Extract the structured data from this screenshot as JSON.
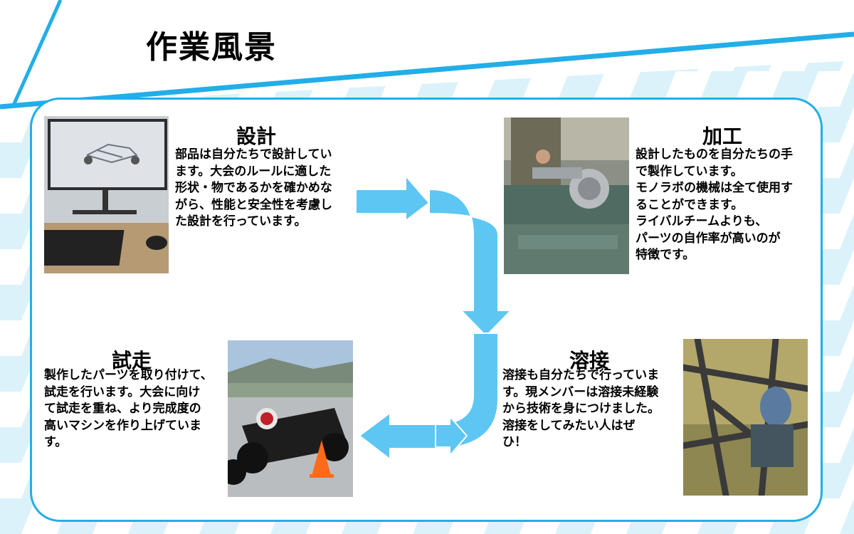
{
  "page": {
    "title": "作業風景"
  },
  "sections": {
    "design": {
      "heading": "設計",
      "body": "部品は自分たちで設計してい\nます。大会のルールに適した\n形状・物であるかを確かめな\nがら、性能と安全性を考慮し\nた設計を行っています。"
    },
    "machining": {
      "heading": "加工",
      "body": "設計したものを自分たちの手\nで製作しています。\nモノラボの機械は全て使用す\nることができます。\nライバルチームよりも、\nパーツの自作率が高いのが\n特徴です。"
    },
    "welding": {
      "heading": "溶接",
      "body": "溶接も自分たちで行っていま\nす。現メンバーは溶接未経験\nから技術を身につけました。\n溶接をしてみたい人はぜ\nひ！"
    },
    "testrun": {
      "heading": "試走",
      "body": "製作したパーツを取り付けて、\n試走を行います。大会に向け\nて試走を重ね、より完成度の\n高いマシンを作り上げていま\nす。"
    }
  },
  "colors": {
    "accent": "#22aee8",
    "arrow": "#5ec6f2",
    "checker": "#dcf2fb"
  }
}
